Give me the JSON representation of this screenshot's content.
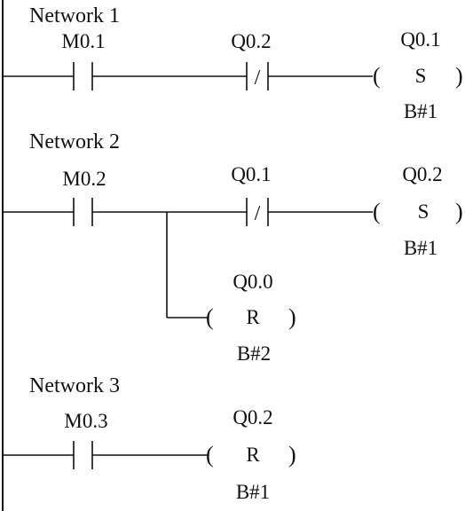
{
  "networks": [
    {
      "title": "Network 1",
      "contact1": {
        "address": "M0.1",
        "type": "NO"
      },
      "contact2": {
        "address": "Q0.2",
        "type": "NC",
        "slash": "/"
      },
      "coil": {
        "address": "Q0.1",
        "letter": "S",
        "open": "(",
        "close": ")",
        "count": "B#1"
      }
    },
    {
      "title": "Network  2",
      "contact1": {
        "address": "M0.2",
        "type": "NO"
      },
      "contact2": {
        "address": "Q0.1",
        "type": "NC",
        "slash": "/"
      },
      "coil": {
        "address": "Q0.2",
        "letter": "S",
        "open": "(",
        "close": ")",
        "count": "B#1"
      },
      "branch_coil": {
        "address": "Q0.0",
        "letter": "R",
        "open": "(",
        "close": ")",
        "count": "B#2"
      }
    },
    {
      "title": "Network  3",
      "contact1": {
        "address": "M0.3",
        "type": "NO"
      },
      "coil": {
        "address": "Q0.2",
        "letter": "R",
        "open": "(",
        "close": ")",
        "count": "B#1"
      }
    }
  ]
}
